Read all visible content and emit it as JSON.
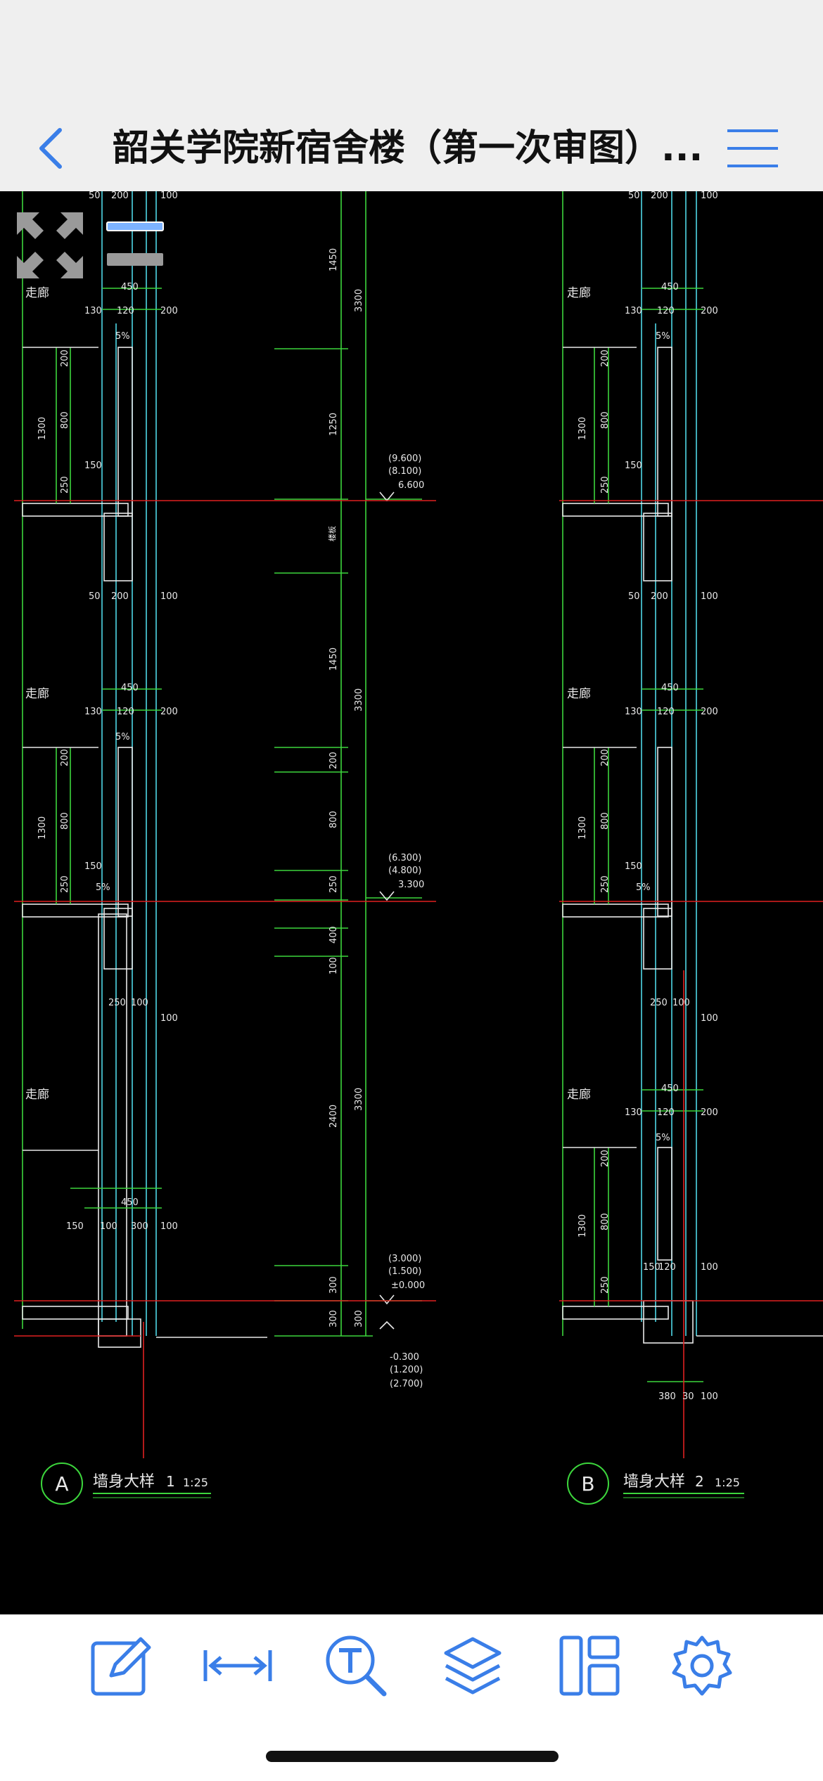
{
  "header": {
    "title": "韶关学院新宿舍楼（第一次审图）..."
  },
  "drawing": {
    "details": [
      {
        "circle_label": "A",
        "name": "墙身大样",
        "number": "1",
        "scale": "1:25"
      },
      {
        "circle_label": "B",
        "name": "墙身大样",
        "number": "2",
        "scale": "1:25"
      }
    ],
    "room_label": "走廊",
    "elevations": {
      "level1": [
        "(9.600)",
        "(8.100)",
        "6.600"
      ],
      "level2": [
        "(6.300)",
        "(4.800)",
        "3.300"
      ],
      "level3": [
        "(3.000)",
        "(1.500)",
        "±0.000"
      ],
      "level4": [
        "-0.300",
        "(1.200)",
        "(2.700)"
      ]
    },
    "dims": {
      "top_row": [
        "50",
        "200",
        "100"
      ],
      "w450": "450",
      "w130": "130",
      "w120": "120",
      "w200": "200",
      "slope": "5%",
      "v1450": "1450",
      "v3300": "3300",
      "v1250": "1250",
      "v1300": "1300",
      "v800": "800",
      "v200": "200",
      "v150": "150",
      "v250": "250",
      "v50": "50",
      "v2400": "2400",
      "v300": "300",
      "v400": "400",
      "v100": "100",
      "bottom_row": [
        "380",
        "30",
        "100"
      ],
      "mid_row": [
        "250",
        "100"
      ],
      "base_row": [
        "150",
        "100",
        "300"
      ],
      "cut_label": "楼板"
    }
  },
  "colors": {
    "accent": "#3a7ee8",
    "cad_green": "#3cd63c",
    "cad_cyan": "#4fd7e6",
    "cad_red": "#e02020",
    "cad_white": "#e8e8e8"
  },
  "icons": {
    "back": "chevron-left-icon",
    "menu": "hamburger-icon",
    "zoom": "expand-arrows-icon",
    "layers_toggle": "layer-toggle-icon",
    "tools": [
      "edit-icon",
      "measure-icon",
      "text-search-icon",
      "layers-icon",
      "layout-icon",
      "settings-icon"
    ]
  }
}
